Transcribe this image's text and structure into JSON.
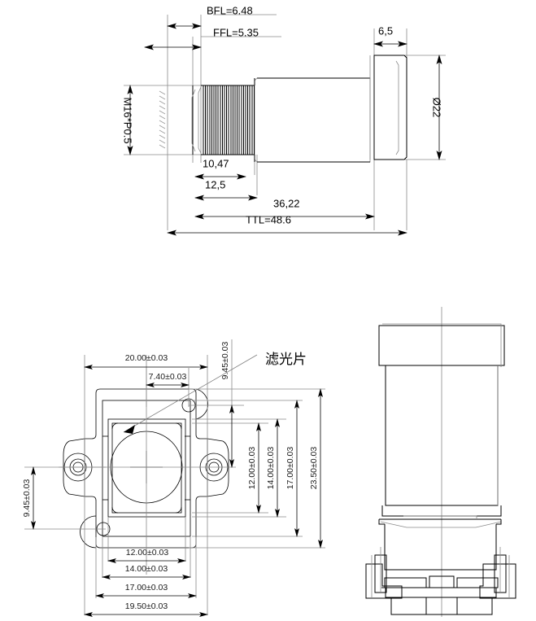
{
  "document": {
    "type": "mechanical-drawing",
    "subject": "M16 board lens optical assembly",
    "views": [
      "side-section-view",
      "front-view",
      "right-side-view"
    ]
  },
  "side_view": {
    "name": "lens-side-section-view",
    "dimensions": {
      "bfl": "BFL=6.48",
      "ffl": "FFL=5.35",
      "thread": "M16*P0.5",
      "flange_width": "6,5",
      "outer_diameter": "Ø22",
      "thread_length": "10,47",
      "barrel_step": "12,5",
      "body_length": "36,22",
      "total_length": "TTL=48.6"
    }
  },
  "front_view": {
    "name": "holder-front-view",
    "callout": "滤光片",
    "dimensions": {
      "outer_width": "19.50±0.03",
      "mount_width": "17.00±0.03",
      "inner_width_14": "14.00±0.03",
      "inner_width_12": "12.00±0.03",
      "hole_span_horizontal": "20.00±0.03",
      "hole_pitch_small": "7.40±0.03",
      "hole_offset_left": "9.45±0.03",
      "hole_offset_top": "9.45±0.03",
      "outer_height": "23.50±0.03",
      "mount_height": "17.00±0.03",
      "inner_height_14": "14.00±0.03",
      "inner_height_12": "12.00±0.03"
    }
  },
  "right_view": {
    "name": "assembly-right-side-view",
    "dimensions": {}
  },
  "colors": {
    "line": "#000000",
    "construction": "#8a8a8a",
    "background": "#ffffff"
  }
}
